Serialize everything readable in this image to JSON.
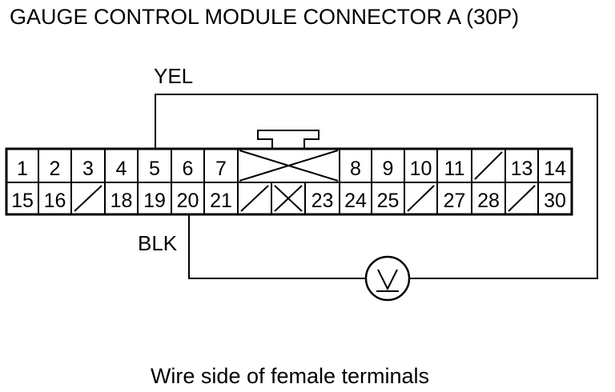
{
  "title": "GAUGE CONTROL MODULE CONNECTOR A (30P)",
  "wire_top_label": "YEL",
  "wire_bottom_label": "BLK",
  "caption": "Wire side of female terminals",
  "voltmeter_symbol": "V",
  "connector": {
    "top_row": [
      "1",
      "2",
      "3",
      "4",
      "5",
      "6",
      "7",
      "__BLOCK__",
      "8",
      "9",
      "10",
      "11",
      "__EMPTY__",
      "13",
      "14"
    ],
    "bottom_row": [
      "15",
      "16",
      "__EMPTY__",
      "18",
      "19",
      "20",
      "21",
      "__EMPTY__",
      "__X__",
      "23",
      "24",
      "25",
      "__EMPTY__",
      "27",
      "28",
      "__EMPTY__",
      "30"
    ]
  }
}
